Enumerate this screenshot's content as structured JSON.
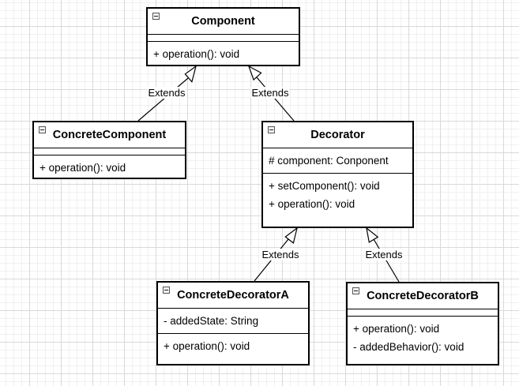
{
  "diagram": {
    "classes": {
      "component": {
        "name": "Component",
        "attributes": [],
        "operations": [
          "+ operation(): void"
        ]
      },
      "concrete_component": {
        "name": "ConcreteComponent",
        "attributes": [],
        "operations": [
          "+ operation(): void"
        ]
      },
      "decorator": {
        "name": "Decorator",
        "attributes": [
          "# component: Conponent"
        ],
        "operations": [
          "+ setComponent(): void",
          "+ operation(): void"
        ]
      },
      "concrete_decorator_a": {
        "name": "ConcreteDecoratorA",
        "attributes": [
          "- addedState: String"
        ],
        "operations": [
          "+ operation(): void"
        ]
      },
      "concrete_decorator_b": {
        "name": "ConcreteDecoratorB",
        "attributes": [],
        "operations": [
          "+ operation(): void",
          "- addedBehavior(): void"
        ]
      }
    },
    "edges": [
      {
        "from": "concrete_component",
        "to": "component",
        "label": "Extends",
        "type": "generalization"
      },
      {
        "from": "decorator",
        "to": "component",
        "label": "Extends",
        "type": "generalization"
      },
      {
        "from": "concrete_decorator_a",
        "to": "decorator",
        "label": "Extends",
        "type": "generalization"
      },
      {
        "from": "concrete_decorator_b",
        "to": "decorator",
        "label": "Extends",
        "type": "generalization"
      }
    ],
    "colors": {
      "stroke": "#000000",
      "fill": "#ffffff",
      "grid": "#d9d9d9"
    }
  }
}
